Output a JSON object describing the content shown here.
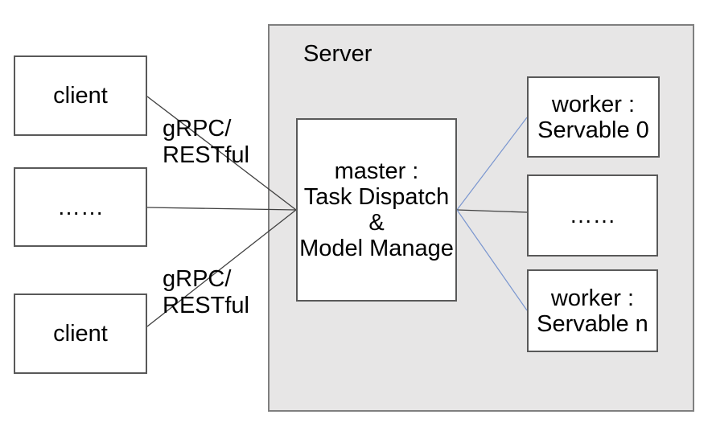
{
  "diagram": {
    "panel": {
      "label": "Server"
    },
    "clients": {
      "top": {
        "label": "client"
      },
      "middle": {
        "label": "……"
      },
      "bottom": {
        "label": "client"
      }
    },
    "master": {
      "lines": [
        "master :",
        "Task Dispatch",
        "&",
        "Model Manage"
      ]
    },
    "workers": {
      "top": {
        "lines": [
          "worker :",
          "Servable 0"
        ]
      },
      "middle": {
        "label": "……"
      },
      "bottom": {
        "lines": [
          "worker :",
          "Servable n"
        ]
      }
    },
    "edge_labels": {
      "top": {
        "lines": [
          "gRPC/",
          "RESTful"
        ]
      },
      "bottom": {
        "lines": [
          "gRPC/",
          "RESTful"
        ]
      }
    },
    "colors": {
      "panel_fill": "#e7e6e6",
      "panel_border": "#7f7f7f",
      "box_border": "#595959",
      "connector_dark": "#404040",
      "connector_blue": "#7a96cf",
      "text": "#000000"
    }
  }
}
